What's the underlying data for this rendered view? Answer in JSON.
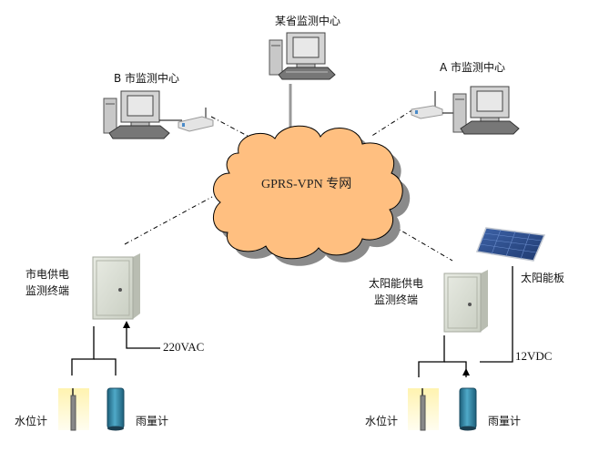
{
  "diagram": {
    "network": {
      "label": "GPRS-VPN 专网",
      "fill": "#FFBF80",
      "shadow": "#888888"
    },
    "centers": {
      "province": {
        "label": "某省监测中心"
      },
      "city_b": {
        "label": "B 市监测中心"
      },
      "city_a": {
        "label": "A 市监测中心"
      }
    },
    "terminals": {
      "mains": {
        "line1": "市电供电",
        "line2": "监测终端",
        "power_label": "220VAC"
      },
      "solar": {
        "line1": "太阳能供电",
        "line2": "监测终端",
        "power_label": "12VDC",
        "panel_label": "太阳能板"
      }
    },
    "sensors": {
      "water_level": "水位计",
      "rain_gauge": "雨量计"
    },
    "colors": {
      "line": "#000000",
      "cabinet": "#D9DDD2",
      "rain_gauge": "#2A7FA0",
      "solar_panel": "#2B4C8C"
    }
  }
}
